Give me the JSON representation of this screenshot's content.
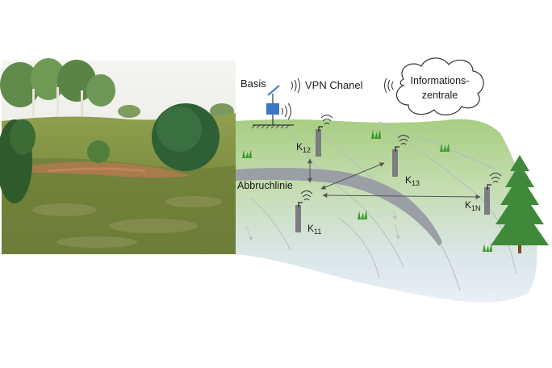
{
  "labels": {
    "basis": "Basis",
    "vpn": "VPN Chanel",
    "info_line1": "Informations-",
    "info_line2": "zentrale",
    "abbruchlinie": "Abbruchlinie"
  },
  "sensors": [
    {
      "id": "k12",
      "base": "K",
      "sub": "12"
    },
    {
      "id": "k13",
      "base": "K",
      "sub": "13"
    },
    {
      "id": "k11",
      "base": "K",
      "sub": "11"
    },
    {
      "id": "k1n",
      "base": "K",
      "sub": "1N"
    }
  ],
  "icons": {
    "wireless": "wifi-waves-icon",
    "base_station": "base-station-icon",
    "cloud": "cloud-icon",
    "sensor": "sensor-post-icon",
    "grass": "grass-tuft-icon",
    "tree": "fir-tree-icon"
  },
  "colors": {
    "slope_top": "#a9cf84",
    "slope_bottom": "#e8eef5",
    "landslide_band": "#9a9fa6",
    "sensor": "#7b7d80",
    "base_station": "#3a78c2",
    "tree": "#3f8a3a",
    "grass": "#3c9a2a"
  }
}
